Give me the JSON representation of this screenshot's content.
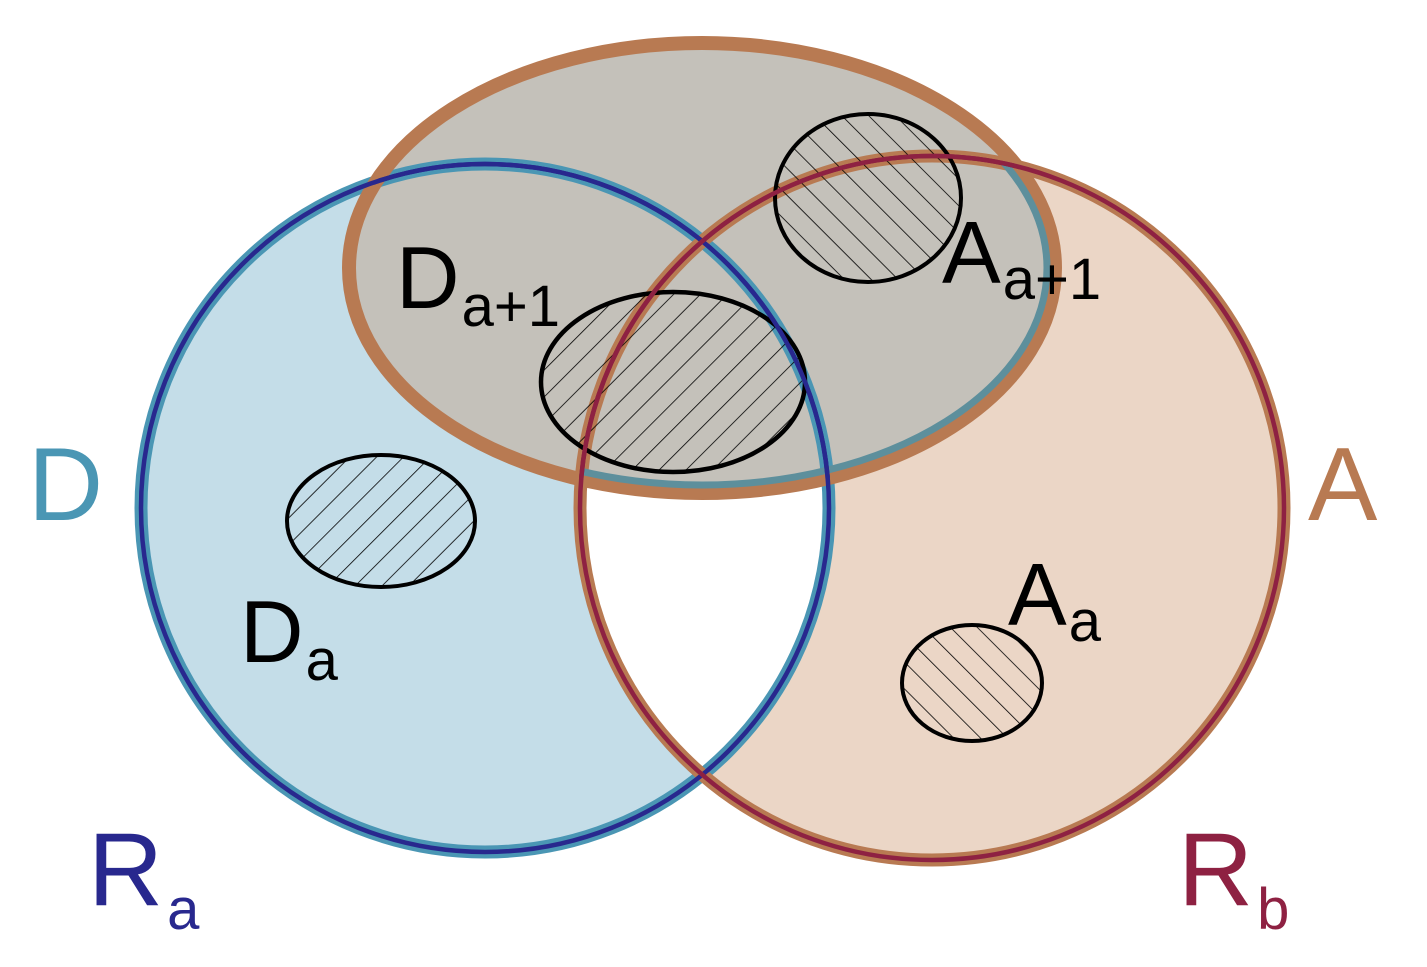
{
  "labels": {
    "D": {
      "main": "D",
      "sub": ""
    },
    "A": {
      "main": "A",
      "sub": ""
    },
    "Ra": {
      "main": "R",
      "sub": "a"
    },
    "Rb": {
      "main": "R",
      "sub": "b"
    },
    "Da": {
      "main": "D",
      "sub": "a"
    },
    "Da1": {
      "main": "D",
      "sub": "a+1"
    },
    "Aa": {
      "main": "A",
      "sub": "a"
    },
    "Aa1": {
      "main": "A",
      "sub": "a+1"
    }
  },
  "colors": {
    "D": "#4a96b4",
    "A": "#b87a52",
    "Ra": "#28288e",
    "Rb": "#8e2142",
    "ink": "#000000",
    "fill_D": "#c4dde8",
    "fill_A": "#ebd6c6",
    "fill_overlap": "#c4c1ba"
  }
}
